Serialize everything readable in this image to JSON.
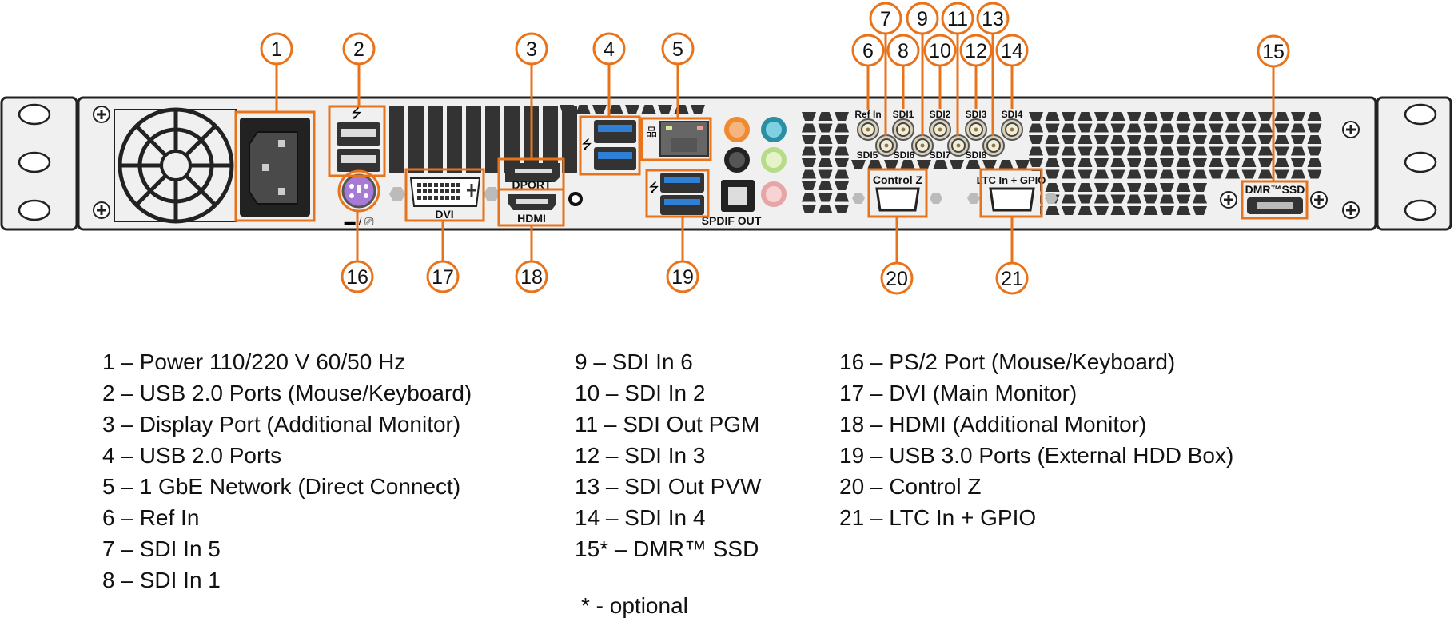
{
  "colors": {
    "accent": "#e8731a",
    "chassis": "#f0f0f0",
    "outline": "#222222",
    "usb3_blue": "#2f7fd6",
    "ps2_purple": "#a77ad6"
  },
  "callouts": [
    "1",
    "2",
    "3",
    "4",
    "5",
    "6",
    "7",
    "8",
    "9",
    "10",
    "11",
    "12",
    "13",
    "14",
    "15",
    "16",
    "17",
    "18",
    "19",
    "20",
    "21"
  ],
  "panel_labels": {
    "dport": "DPORT",
    "hdmi": "HDMI",
    "dvi": "DVI",
    "spdif": "SPDIF OUT",
    "ref_in": "Ref In",
    "sdi1": "SDI1",
    "sdi2": "SDI2",
    "sdi3": "SDI3",
    "sdi4": "SDI4",
    "sdi5": "SDI5",
    "sdi6": "SDI6",
    "sdi7": "SDI7",
    "sdi8": "SDI8",
    "control_z": "Control Z",
    "ltc_gpio": "LTC In + GPIO",
    "dmr_ssd": "DMR™SSD"
  },
  "legend": {
    "col1": [
      "1 – Power 110/220 V 60/50 Hz",
      "2 – USB 2.0 Ports (Mouse/Keyboard)",
      "3 – Display Port (Additional Monitor)",
      "4 – USB 2.0 Ports",
      "5 – 1 GbE Network (Direct Connect)",
      "6 – Ref In",
      "7 – SDI In 5",
      "8 – SDI In 1"
    ],
    "col2": [
      "9 – SDI In 6",
      "10 – SDI In 2",
      "11 – SDI Out PGM",
      "12 – SDI In 3",
      "13 – SDI Out PVW",
      "14 – SDI In 4",
      "15* – DMR™ SSD"
    ],
    "col3": [
      "16 – PS/2 Port (Mouse/Keyboard)",
      "17 – DVI (Main Monitor)",
      "18 – HDMI (Additional Monitor)",
      "19 – USB 3.0 Ports (External HDD Box)",
      "20 – Control Z",
      "21 – LTC In + GPIO"
    ],
    "footnote": "* - optional"
  }
}
